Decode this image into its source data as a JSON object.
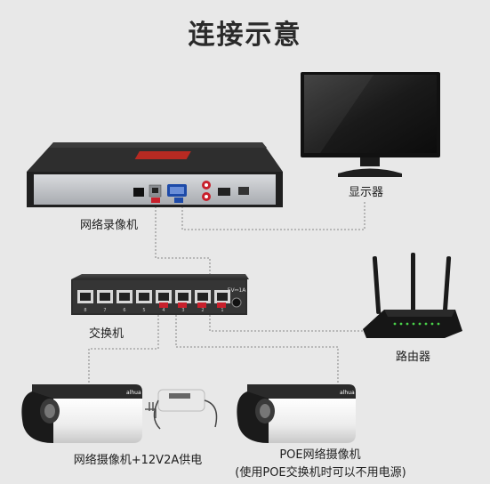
{
  "title": "连接示意",
  "labels": {
    "nvr": "网络录像机",
    "monitor": "显示器",
    "switch": "交换机",
    "router": "路由器",
    "camera_powered": "网络摄像机+12V2A供电",
    "camera_poe": "POE网络摄像机",
    "camera_poe_note": "(使用POE交换机时可以不用电源)"
  },
  "switch_power_label": "5V⎓1A",
  "switch_port_numbers": [
    "8",
    "7",
    "6",
    "5",
    "4",
    "3",
    "2",
    "1"
  ],
  "camera_brand": "alhua",
  "colors": {
    "background": "#e8e8e8",
    "line": "#9a9a9a",
    "accent_red": "#c8202c",
    "device_dark": "#2b2b2b",
    "device_silver": "#c9ccd0",
    "camera_white": "#f4f4f4"
  }
}
